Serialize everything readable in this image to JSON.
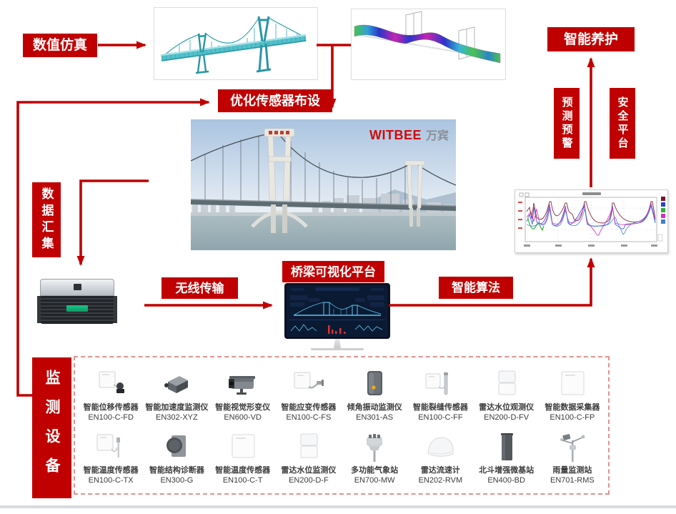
{
  "flow": {
    "simulation": "数值仿真",
    "optimize_sensor_layout": "优化传感器布设",
    "data_aggregation": "数据汇集",
    "wireless_transmission": "无线传输",
    "bridge_platform": "桥梁可视化平台",
    "smart_algorithm": "智能算法",
    "smart_maintenance": "智能养护",
    "prediction_warning": "预测预警",
    "safety_platform": "安全平台",
    "monitoring_devices": "监测设备"
  },
  "logo": {
    "brand": "WITBEE",
    "brand_cn": "万宾"
  },
  "colors": {
    "accent_red": "#C00000",
    "panel_dashed_border": "#E39191"
  },
  "chart": {
    "legend_colors": [
      "#7a1228",
      "#2746c4",
      "#2fae3a",
      "#d12fc0",
      "#3f7fd1"
    ]
  },
  "devices": [
    {
      "name": "智能位移传感器",
      "model": "EN100-C-FD",
      "icon": "displacement-sensor"
    },
    {
      "name": "智能加速度监测仪",
      "model": "EN302-XYZ",
      "icon": "accelerometer"
    },
    {
      "name": "智能视觉形变仪",
      "model": "EN600-VD",
      "icon": "vision-camera"
    },
    {
      "name": "智能应变传感器",
      "model": "EN100-C-FS",
      "icon": "strain-sensor"
    },
    {
      "name": "倾角振动监测仪",
      "model": "EN301-AS",
      "icon": "tilt-vibration-sensor"
    },
    {
      "name": "智能裂缝传感器",
      "model": "EN100-C-FF",
      "icon": "crack-sensor"
    },
    {
      "name": "雷达水位观测仪",
      "model": "EN200-D-FV",
      "icon": "radar-level-gauge"
    },
    {
      "name": "智能数据采集器",
      "model": "EN100-C-FP",
      "icon": "data-collector"
    },
    {
      "name": "智能温度传感器",
      "model": "EN100-C-TX",
      "icon": "temperature-sensor-probe"
    },
    {
      "name": "智能结构诊断器",
      "model": "EN300-G",
      "icon": "structure-diagnoser"
    },
    {
      "name": "智能温度传感器",
      "model": "EN100-C-T",
      "icon": "data-collector"
    },
    {
      "name": "雷达水位监测仪",
      "model": "EN200-D-F",
      "icon": "radar-level-gauge"
    },
    {
      "name": "多功能气象站",
      "model": "EN700-MW",
      "icon": "weather-station"
    },
    {
      "name": "雷达流速计",
      "model": "EN202-RVM",
      "icon": "radar-velocimeter"
    },
    {
      "name": "北斗增强微基站",
      "model": "EN400-BD",
      "icon": "beidou-station"
    },
    {
      "name": "雨量监测站",
      "model": "EN701-RMS",
      "icon": "rain-station"
    }
  ]
}
